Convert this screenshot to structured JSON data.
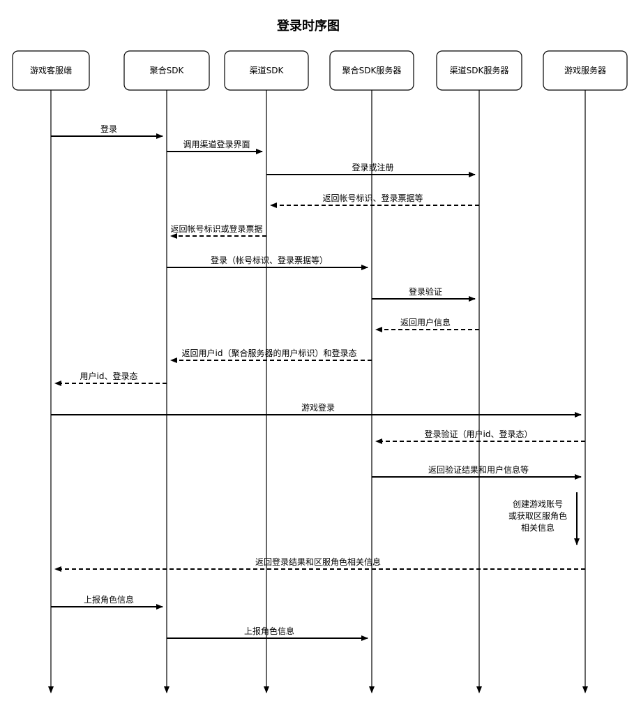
{
  "title": "登录时序图",
  "participants": [
    {
      "id": "client",
      "label": "游戏客服端"
    },
    {
      "id": "agg_sdk",
      "label": "聚合SDK"
    },
    {
      "id": "ch_sdk",
      "label": "渠道SDK"
    },
    {
      "id": "agg_server",
      "label": "聚合SDK服务器"
    },
    {
      "id": "ch_server",
      "label": "渠道SDK服务器"
    },
    {
      "id": "game_server",
      "label": "游戏服务器"
    }
  ],
  "messages": [
    {
      "from": "client",
      "to": "agg_sdk",
      "label": "登录",
      "style": "solid"
    },
    {
      "from": "agg_sdk",
      "to": "ch_sdk",
      "label": "调用渠道登录界面",
      "style": "solid"
    },
    {
      "from": "ch_sdk",
      "to": "ch_server",
      "label": "登录或注册",
      "style": "solid"
    },
    {
      "from": "ch_server",
      "to": "ch_sdk",
      "label": "返回帐号标识、登录票据等",
      "style": "dashed"
    },
    {
      "from": "ch_sdk",
      "to": "agg_sdk",
      "label": "返回帐号标识或登录票据",
      "style": "dashed"
    },
    {
      "from": "agg_sdk",
      "to": "agg_server",
      "label": "登录（帐号标识、登录票据等）",
      "style": "solid"
    },
    {
      "from": "agg_server",
      "to": "ch_server",
      "label": "登录验证",
      "style": "solid"
    },
    {
      "from": "ch_server",
      "to": "agg_server",
      "label": "返回用户信息",
      "style": "dashed"
    },
    {
      "from": "agg_server",
      "to": "agg_sdk",
      "label": "返回用户id（聚合服务器的用户标识）和登录态",
      "style": "dashed"
    },
    {
      "from": "agg_sdk",
      "to": "client",
      "label": "用户id、登录态",
      "style": "dashed"
    },
    {
      "from": "client",
      "to": "game_server",
      "label": "游戏登录",
      "style": "solid"
    },
    {
      "from": "game_server",
      "to": "agg_server",
      "label": "登录验证（用户id、登录态）",
      "style": "dashed"
    },
    {
      "from": "agg_server",
      "to": "game_server",
      "label": "返回验证结果和用户信息等",
      "style": "solid"
    },
    {
      "from": "game_server",
      "to": "game_server",
      "label": "创建游戏账号\n或获取区服角色\n相关信息",
      "style": "self"
    },
    {
      "from": "game_server",
      "to": "client",
      "label": "返回登录结果和区服角色相关信息",
      "style": "dashed"
    },
    {
      "from": "client",
      "to": "agg_sdk",
      "label": "上报角色信息",
      "style": "solid"
    },
    {
      "from": "agg_sdk",
      "to": "agg_server",
      "label": "上报角色信息",
      "style": "solid"
    }
  ]
}
